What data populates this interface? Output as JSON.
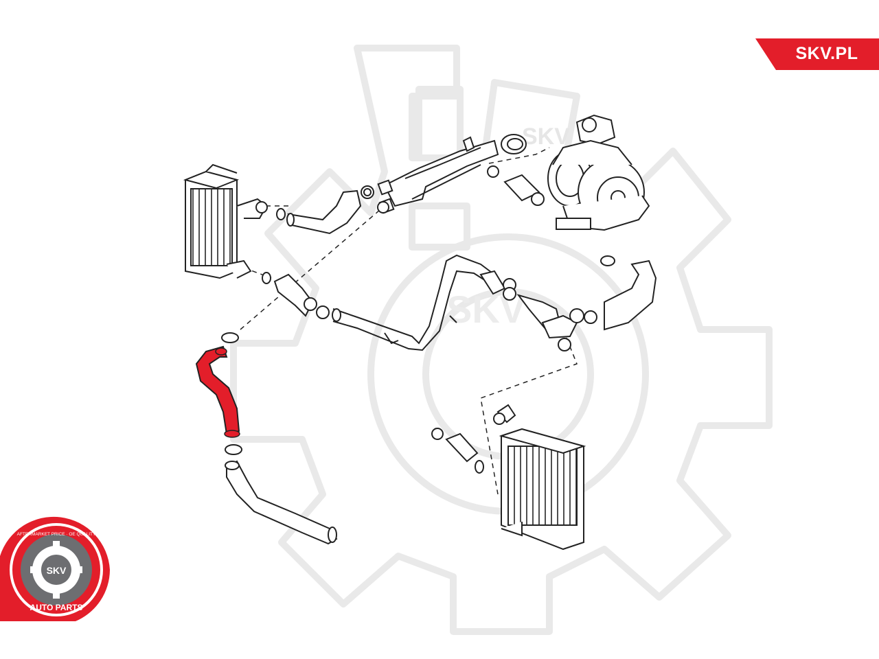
{
  "brand": {
    "site": "SKV.PL",
    "accent_color": "#e31e2a"
  },
  "watermark": {
    "text_top": "SKV",
    "text_mid": "SKV"
  },
  "logo": {
    "ring_text_top": "AFTERMARKET PRICE · OE QUALITY",
    "ring_text_bottom": "AUTO PARTS",
    "center_text": "SKV",
    "ring_color": "#e31e2a",
    "disc_color": "#6d6e71"
  },
  "diagram": {
    "highlighted_part": "hose",
    "highlight_color": "#e31e2a",
    "line_color": "#222222"
  }
}
